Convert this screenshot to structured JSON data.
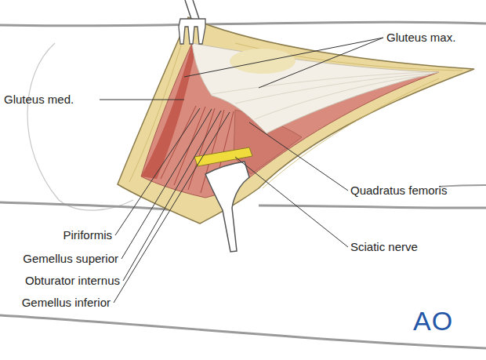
{
  "diagram": {
    "labels": [
      "Gluteus max.",
      "Gluteus med.",
      "Quadratus femoris",
      "Piriformis",
      "Gemellus superior",
      "Obturator internus",
      "Gemellus inferior",
      "Sciatic nerve",
      "AO"
    ]
  }
}
